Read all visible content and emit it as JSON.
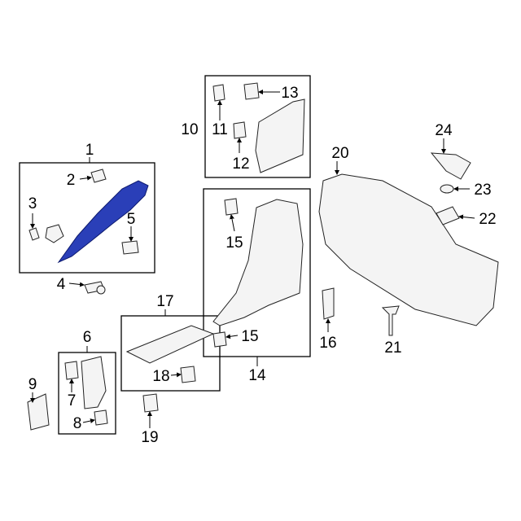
{
  "diagram": {
    "callouts": {
      "c1": "1",
      "c2": "2",
      "c3": "3",
      "c4": "4",
      "c5": "5",
      "c6": "6",
      "c7": "7",
      "c8": "8",
      "c9": "9",
      "c10": "10",
      "c11": "11",
      "c12": "12",
      "c13": "13",
      "c14": "14",
      "c15a": "15",
      "c15b": "15",
      "c16": "16",
      "c17": "17",
      "c18": "18",
      "c19": "19",
      "c20": "20",
      "c21": "21",
      "c22": "22",
      "c23": "23",
      "c24": "24"
    },
    "highlight_color": "#2a3fb8"
  }
}
